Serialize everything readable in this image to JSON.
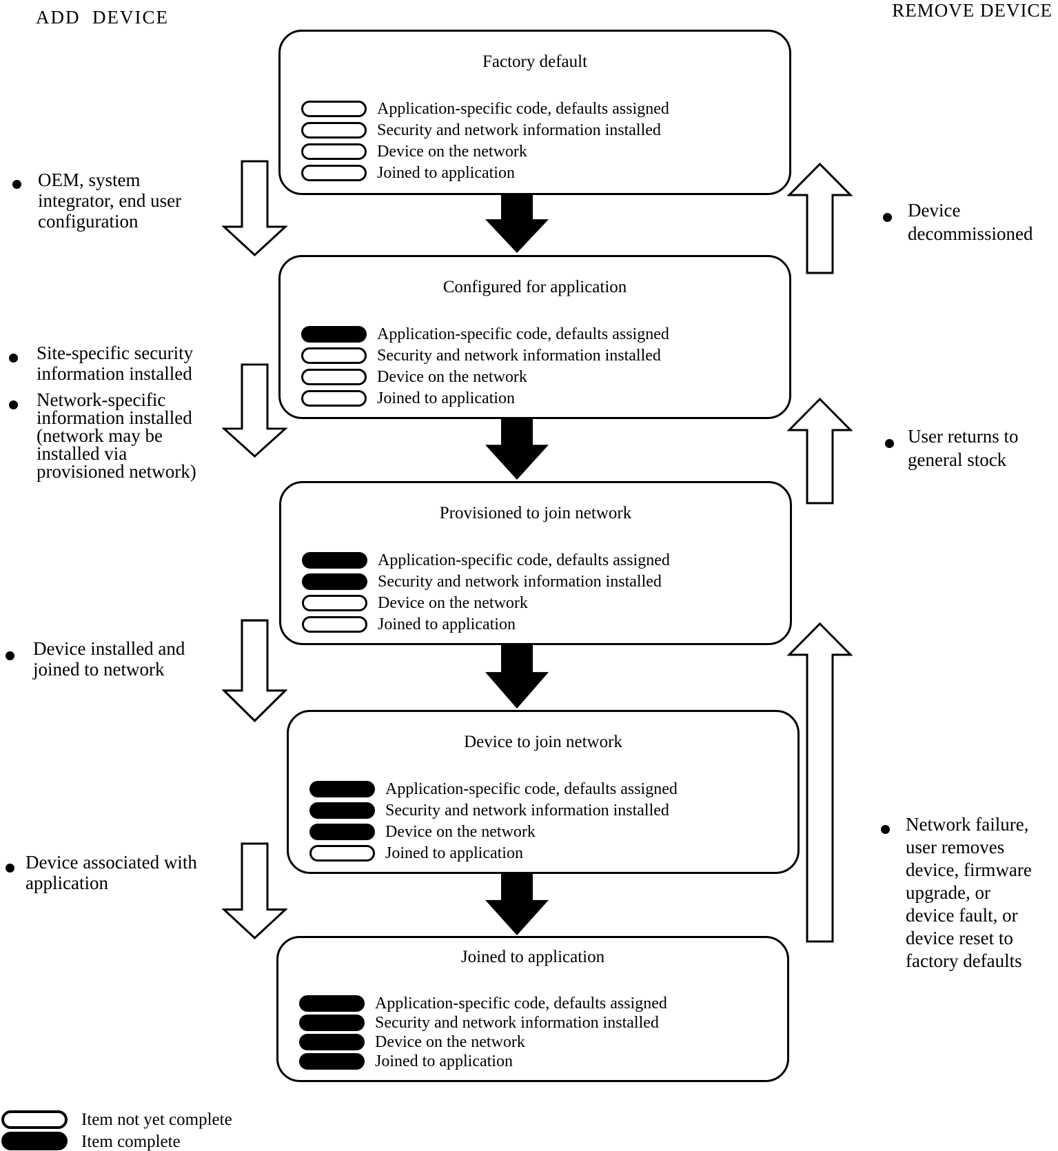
{
  "headers": {
    "add_device": "ADD  DEVICE",
    "remove_device": "REMOVE DEVICE"
  },
  "boxes": [
    {
      "title": "Factory default",
      "items": [
        {
          "label": "Application-specific code, defaults assigned",
          "complete": false
        },
        {
          "label": "Security and network information installed",
          "complete": false
        },
        {
          "label": "Device on the network",
          "complete": false
        },
        {
          "label": "Joined to application",
          "complete": false
        }
      ]
    },
    {
      "title": "Configured for application",
      "items": [
        {
          "label": "Application-specific code, defaults assigned",
          "complete": true
        },
        {
          "label": "Security and network information installed",
          "complete": false
        },
        {
          "label": "Device on the network",
          "complete": false
        },
        {
          "label": "Joined to application",
          "complete": false
        }
      ]
    },
    {
      "title": "Provisioned to join network",
      "items": [
        {
          "label": "Application-specific code, defaults assigned",
          "complete": true
        },
        {
          "label": "Security and network information installed",
          "complete": true
        },
        {
          "label": "Device on the network",
          "complete": false
        },
        {
          "label": "Joined to application",
          "complete": false
        }
      ]
    },
    {
      "title": "Device to join network",
      "items": [
        {
          "label": "Application-specific code, defaults assigned",
          "complete": true
        },
        {
          "label": "Security and network information installed",
          "complete": true
        },
        {
          "label": "Device on the network",
          "complete": true
        },
        {
          "label": "Joined to application",
          "complete": false
        }
      ]
    },
    {
      "title": "Joined to application",
      "items": [
        {
          "label": "Application-specific code, defaults assigned",
          "complete": true
        },
        {
          "label": "Security and network information installed",
          "complete": true
        },
        {
          "label": "Device on the network",
          "complete": true
        },
        {
          "label": "Joined to application",
          "complete": true
        }
      ]
    }
  ],
  "left_annotations": [
    {
      "text": "OEM, system\nintegrator, end user\nconfiguration"
    },
    {
      "text": "Site-specific security\ninformation installed"
    },
    {
      "text": "Network-specific\ninformation installed\n(network may be\ninstalled via\nprovisioned network)"
    },
    {
      "text": "Device installed and\njoined to network"
    },
    {
      "text": "Device associated with\napplication"
    }
  ],
  "right_annotations": [
    {
      "text": "Device\ndecommissioned"
    },
    {
      "text": "User returns to\ngeneral stock"
    },
    {
      "text": "Network failure,\nuser removes\ndevice, firmware\nupgrade, or\ndevice fault, or\ndevice reset to\nfactory defaults"
    }
  ],
  "legend": [
    {
      "label": "Item not yet complete",
      "complete": false
    },
    {
      "label": "Item complete",
      "complete": true
    }
  ],
  "colors": {
    "ink": "#000000",
    "paper": "#ffffff"
  }
}
